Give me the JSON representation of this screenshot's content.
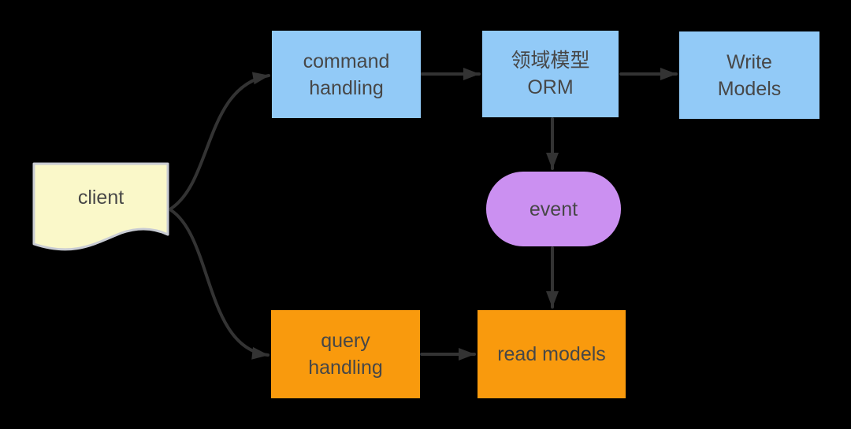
{
  "diagram": {
    "background_color": "#000000",
    "arrow_color": "#333333",
    "text_color": "#474747",
    "nodes": {
      "client": {
        "label": "client",
        "shape": "document",
        "fill": "#FAF8C9",
        "stroke": "#C9CCD3"
      },
      "command_handling": {
        "label": "command handling",
        "lines": [
          "command",
          "handling"
        ],
        "shape": "rectangle",
        "fill": "#92CAF7"
      },
      "domain_model_orm": {
        "label": "领域模型 ORM",
        "lines": [
          "领域模型",
          "ORM"
        ],
        "shape": "rectangle",
        "fill": "#92CAF7"
      },
      "write_models": {
        "label": "Write Models",
        "lines": [
          "Write",
          "Models"
        ],
        "shape": "rectangle",
        "fill": "#92CAF7"
      },
      "event": {
        "label": "event",
        "shape": "rounded-rectangle",
        "fill": "#CB90F1"
      },
      "query_handling": {
        "label": "query handling",
        "lines": [
          "query",
          "handling"
        ],
        "shape": "rectangle",
        "fill": "#F99A0D"
      },
      "read_models": {
        "label": "read models",
        "shape": "rectangle",
        "fill": "#F99A0D"
      }
    },
    "edges": [
      {
        "from": "client",
        "to": "command_handling",
        "style": "curved-arrow"
      },
      {
        "from": "client",
        "to": "query_handling",
        "style": "curved-arrow"
      },
      {
        "from": "command_handling",
        "to": "domain_model_orm",
        "style": "straight-arrow"
      },
      {
        "from": "domain_model_orm",
        "to": "write_models",
        "style": "straight-arrow"
      },
      {
        "from": "domain_model_orm",
        "to": "event",
        "style": "straight-arrow"
      },
      {
        "from": "event",
        "to": "read_models",
        "style": "straight-arrow"
      },
      {
        "from": "query_handling",
        "to": "read_models",
        "style": "straight-arrow"
      }
    ]
  }
}
